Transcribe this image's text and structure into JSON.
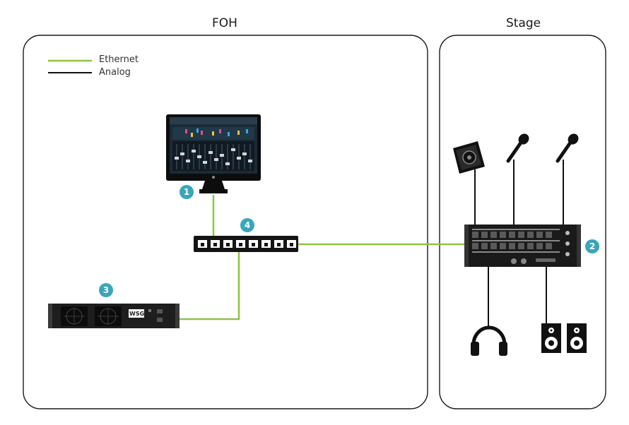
{
  "zones": {
    "foh": "FOH",
    "stage": "Stage"
  },
  "legend": [
    {
      "label": "Ethernet",
      "color": "#8dc63f"
    },
    {
      "label": "Analog",
      "color": "#111111"
    }
  ],
  "badges": {
    "b1": "1",
    "b2": "2",
    "b3": "3",
    "b4": "4"
  },
  "server_logo": "WSG",
  "colors": {
    "ethernet": "#8dc63f",
    "analog": "#111111",
    "badge": "#3aa6b9"
  },
  "devices": {
    "monitor": "monitor-icon",
    "switch": "network-switch-icon",
    "server": "rack-server-icon",
    "stagebox": "stage-io-box-icon",
    "wedge": "wedge-monitor-speaker-icon",
    "mic1": "microphone-icon",
    "mic2": "microphone-icon",
    "headphones": "headphones-icon",
    "speakers": "studio-speakers-icon"
  }
}
